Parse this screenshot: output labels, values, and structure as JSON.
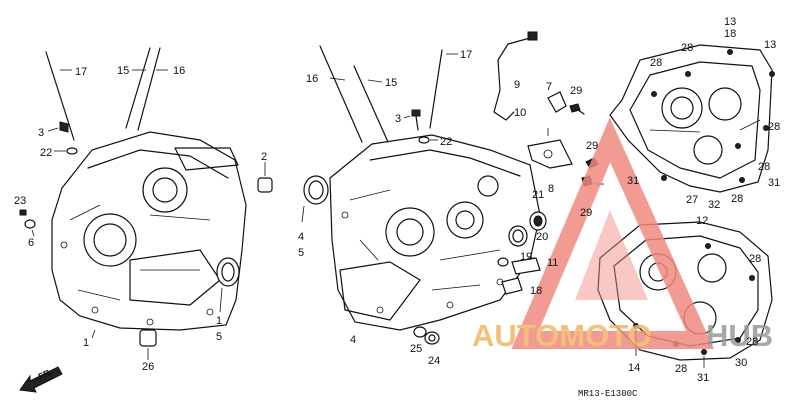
{
  "diagram_code": "MR13-E1300C",
  "direction_label": "FR.",
  "watermark": {
    "part1": "AUTOMOTO",
    "part2": "HUB",
    "color_orange": "#f2b462",
    "color_grey": "#9a9a9a",
    "triangle_color": "#f08a80"
  },
  "callouts": {
    "c17a": "17",
    "c15a": "15",
    "c16a": "16",
    "c3a": "3",
    "c22a": "22",
    "c2": "2",
    "c23": "23",
    "c6": "6",
    "c1a": "1",
    "c1b": "1",
    "c5a": "5",
    "c26": "26",
    "c16b": "16",
    "c15b": "15",
    "c17b": "17",
    "c3b": "3",
    "c22b": "22",
    "c9": "9",
    "c7": "7",
    "c29a": "29",
    "c10": "10",
    "c8": "8",
    "c4a": "4",
    "c5b": "5",
    "c4b": "4",
    "c21": "21",
    "c20": "20",
    "c19": "19",
    "c11": "11",
    "c18a": "18",
    "c25": "25",
    "c24": "24",
    "c13a": "13",
    "c18b": "18",
    "c28a": "28",
    "c28b": "28",
    "c13b": "13",
    "c28c": "28",
    "c28d": "28",
    "c29b": "29",
    "c31a": "31",
    "c29c": "29",
    "c27": "27",
    "c32": "32",
    "c28e": "28",
    "c31b": "31",
    "c12": "12",
    "c28f": "28",
    "c14": "14",
    "c28g": "28",
    "c28h": "28",
    "c31c": "31",
    "c30": "30"
  }
}
